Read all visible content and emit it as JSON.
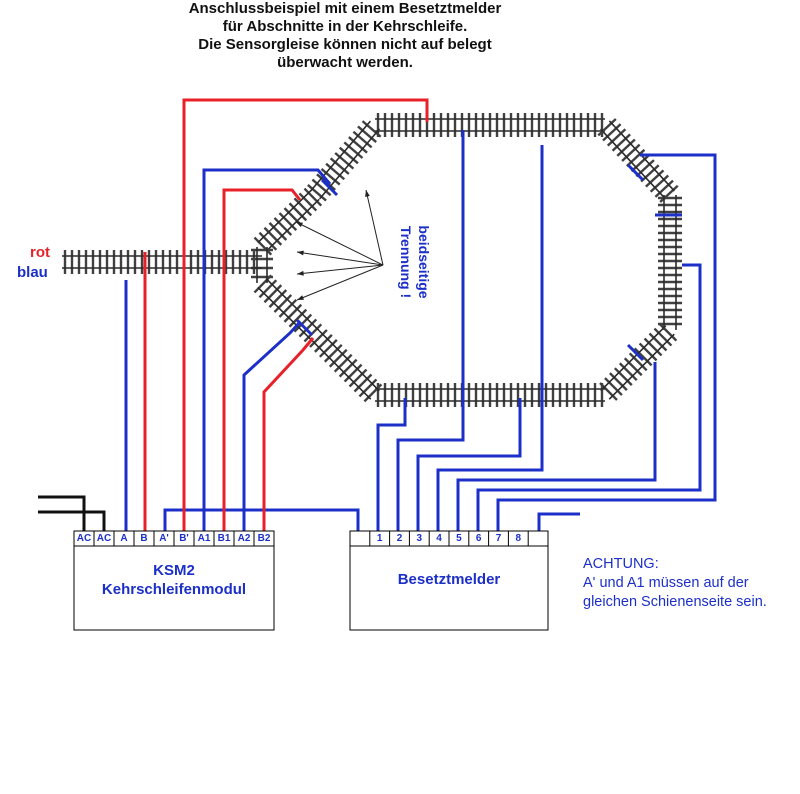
{
  "title": [
    "Anschlussbeispiel mit einem Besetztmelder",
    "für Abschnitte in der Kehrschleife.",
    "Die Sensorgleise können nicht auf belegt",
    "überwacht werden."
  ],
  "wire_labels": {
    "red": "rot",
    "blue": "blau"
  },
  "separation_label": [
    "beidseitige",
    "Trennung !"
  ],
  "ksm2": {
    "name": "KSM2",
    "subtitle": "Kehrschleifenmodul",
    "terminals": [
      "AC",
      "AC",
      "A",
      "B",
      "A'",
      "B'",
      "A1",
      "B1",
      "A2",
      "B2"
    ]
  },
  "besetztmelder": {
    "name": "Besetztmelder",
    "terminals": [
      "",
      "1",
      "2",
      "3",
      "4",
      "5",
      "6",
      "7",
      "8",
      ""
    ]
  },
  "note": {
    "heading": "ACHTUNG:",
    "lines": [
      "A' und A1 müssen auf der",
      "gleichen Schienenseite sein."
    ]
  },
  "colors": {
    "red_wire": "#e8202a",
    "blue_wire": "#1c2fc8",
    "track": "#2a2a2a",
    "sleeper": "#404040",
    "outline": "#000000"
  }
}
